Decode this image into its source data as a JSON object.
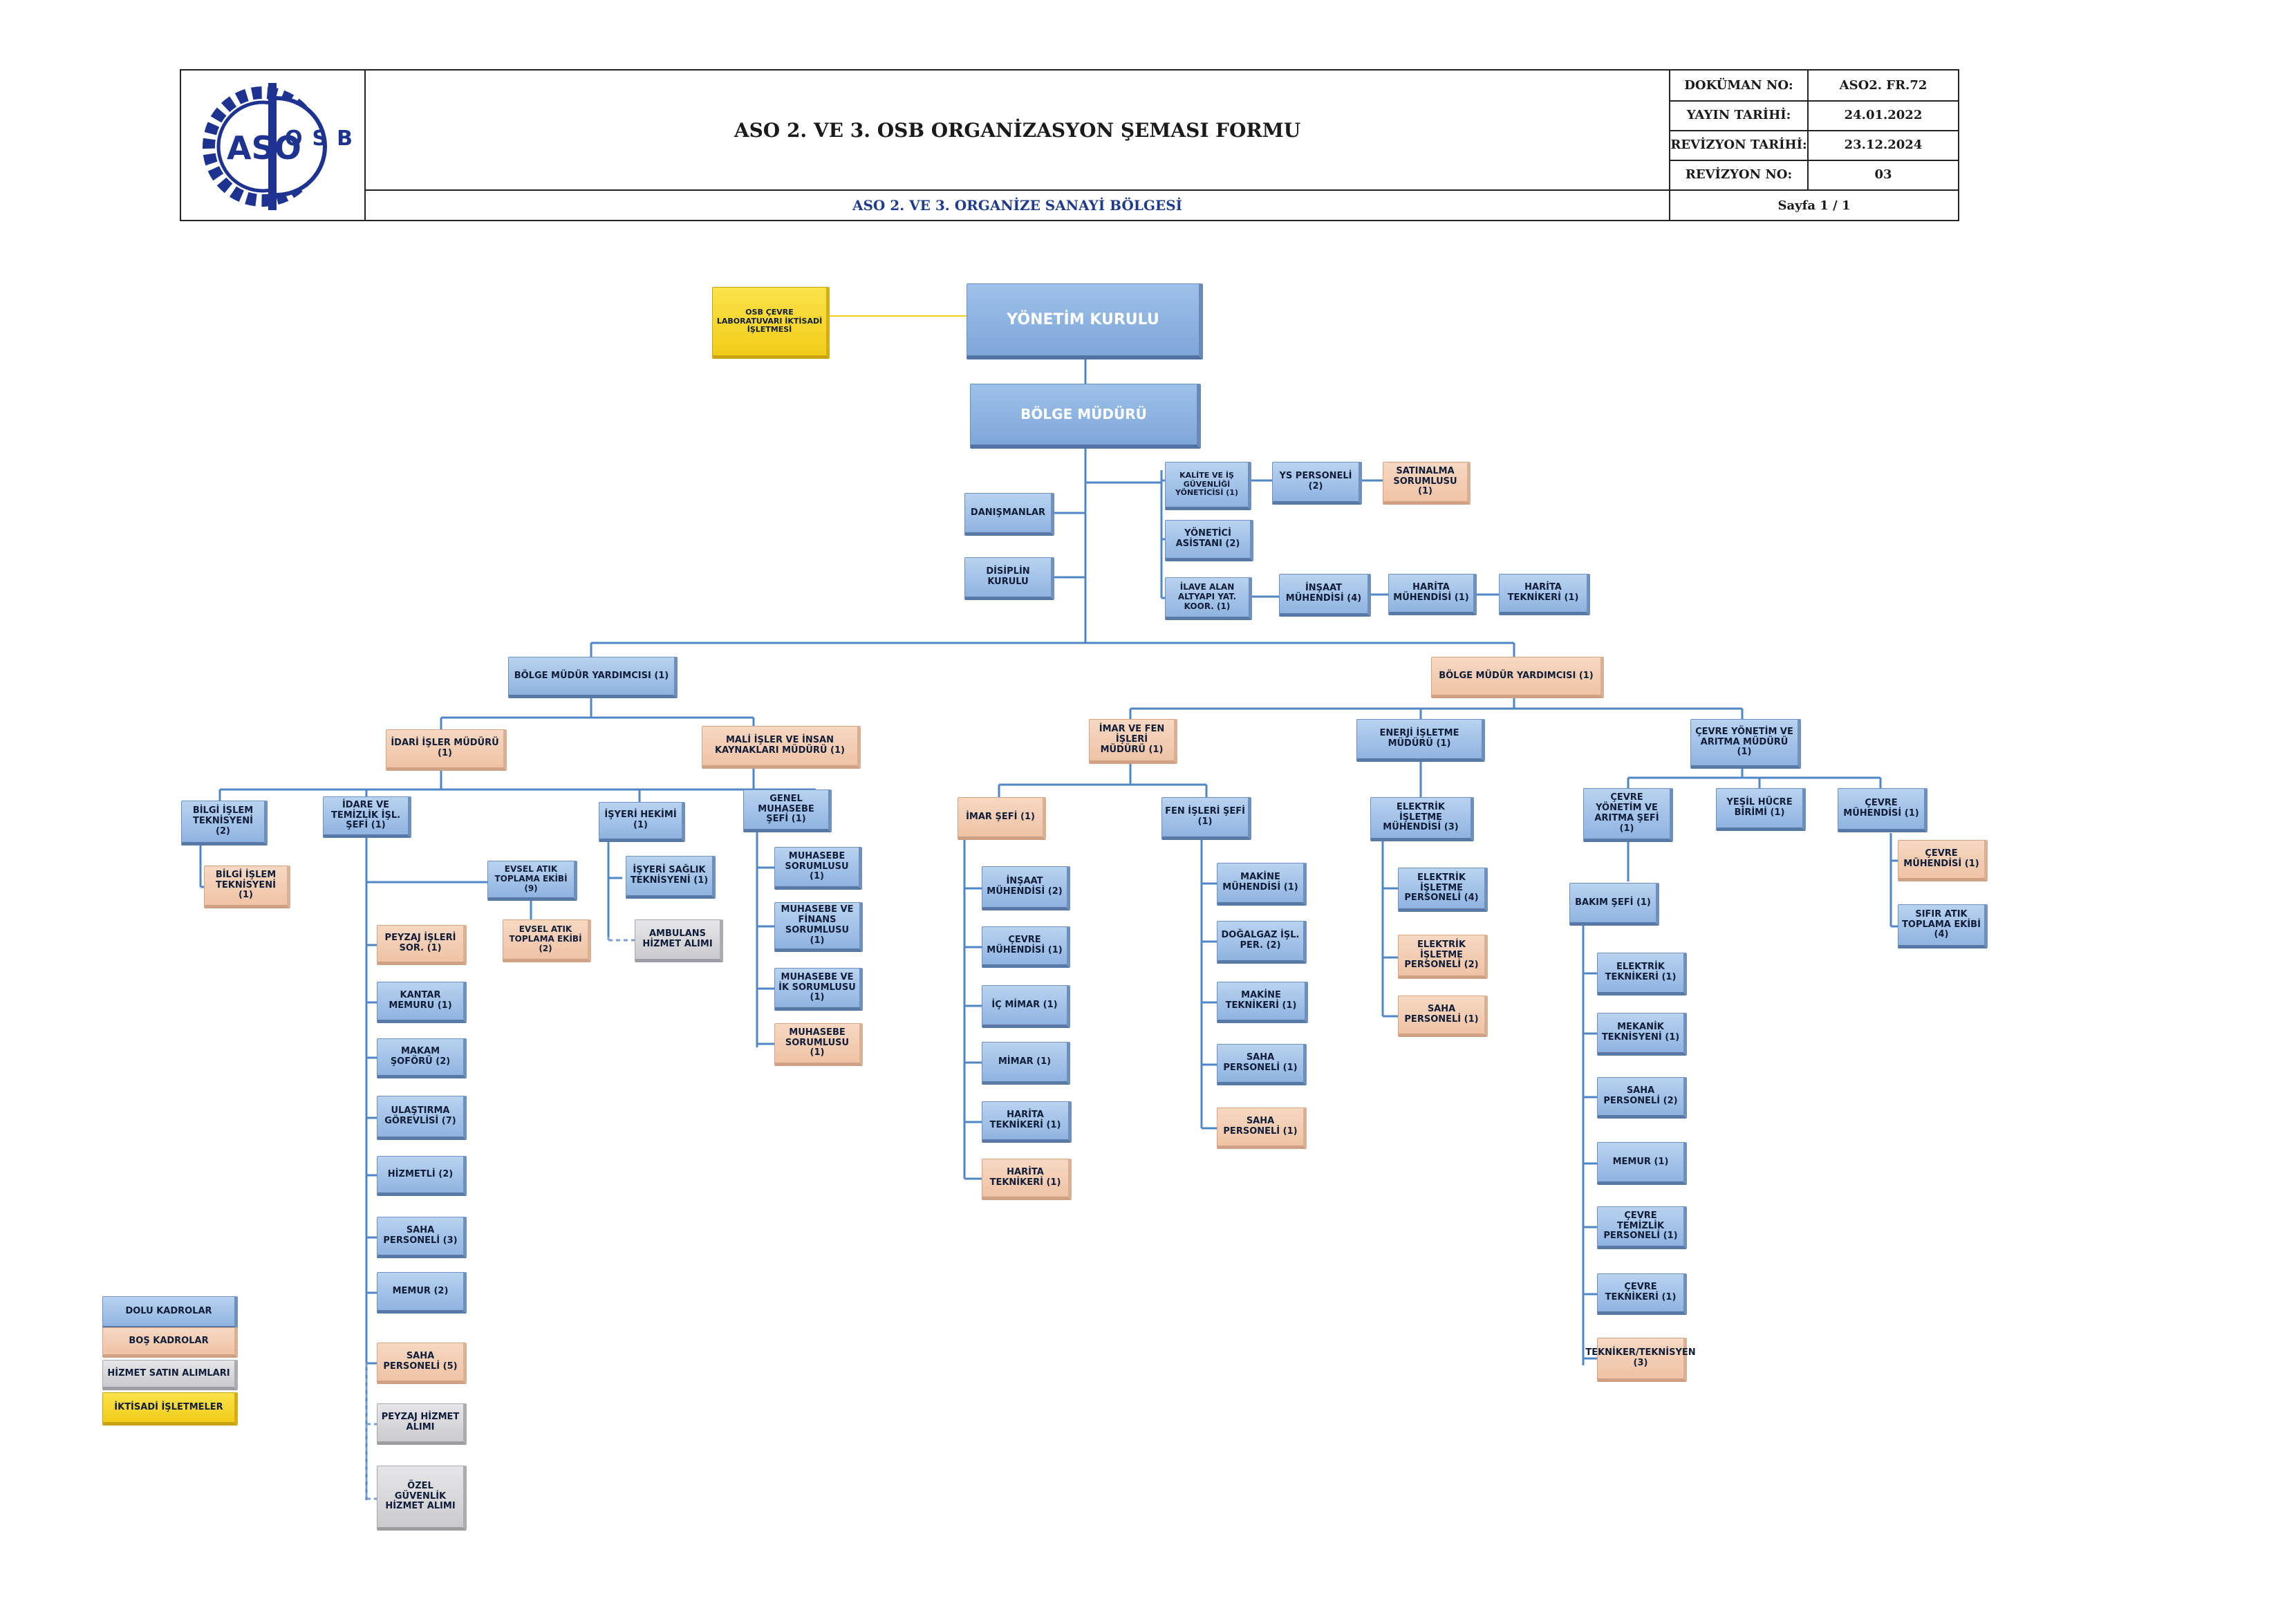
{
  "header": {
    "title": "ASO 2. VE 3. OSB ORGANİZASYON ŞEMASI FORMU",
    "subtitle": "ASO 2. VE 3. ORGANİZE SANAYİ BÖLGESİ",
    "logo_text": [
      "ASO",
      "OSB"
    ],
    "meta": [
      {
        "label": "DOKÜMAN NO:",
        "value": "ASO2. FR.72"
      },
      {
        "label": "YAYIN TARİHİ:",
        "value": "24.01.2022"
      },
      {
        "label": "REVİZYON TARİHİ:",
        "value": "23.12.2024"
      },
      {
        "label": "REVİZYON NO:",
        "value": "03"
      }
    ],
    "page": "Sayfa 1 / 1"
  },
  "colors": {
    "blue": "#9dbfe8",
    "peach": "#f4d0b6",
    "gray": "#d8d8db",
    "yellow": "#f5d42a",
    "line": "#4f86c6",
    "header_blue": "#1f3b8c"
  },
  "legend": [
    {
      "label": "DOLU KADROLAR",
      "style": "blue"
    },
    {
      "label": "BOŞ KADROLAR",
      "style": "peach"
    },
    {
      "label": "HİZMET SATIN ALIMLARI",
      "style": "gray"
    },
    {
      "label": "İKTİSADİ İŞLETMELER",
      "style": "yellow"
    }
  ],
  "nodes": {
    "cevre_lab": "OSB ÇEVRE LABORATUVARI İKTİSADİ İŞLETMESİ",
    "yonetim_kurulu": "YÖNETİM KURULU",
    "bolge_muduru": "BÖLGE MÜDÜRÜ",
    "danismanlar": "DANIŞMANLAR",
    "disiplin_kurulu": "DİSİPLİN KURULU",
    "kalite": "KALİTE VE İŞ GÜVENLİĞİ YÖNETİCİSİ (1)",
    "ys_personeli": "YS PERSONELİ (2)",
    "satinalma": "SATINALMA SORUMLUSU (1)",
    "yonetici_asistani": "YÖNETİCİ ASİSTANI (2)",
    "ilave_alan": "İLAVE ALAN ALTYAPI YAT. KOOR. (1)",
    "insaat_muh_top": "İNŞAAT MÜHENDİSİ (4)",
    "harita_muh_top": "HARİTA MÜHENDİSİ (1)",
    "harita_tek_top": "HARİTA TEKNİKERİ (1)",
    "bmy_left": "BÖLGE MÜDÜR YARDIMCISI (1)",
    "bmy_right": "BÖLGE MÜDÜR YARDIMCISI (1)",
    "idari_isler": "İDARİ İŞLER MÜDÜRÜ (1)",
    "mali_isler": "MALİ İŞLER VE İNSAN KAYNAKLARI MÜDÜRÜ (1)",
    "imar_fen": "İMAR VE FEN İŞLERİ MÜDÜRÜ (1)",
    "enerji": "ENERJİ İŞLETME MÜDÜRÜ (1)",
    "cevre_yonetim": "ÇEVRE YÖNETİM VE ARITMA MÜDÜRÜ (1)",
    "bilgi_islem_tek": "BİLGİ İŞLEM TEKNİSYENİ (2)",
    "bilgi_islem_tek_bos": "BİLGİ İŞLEM TEKNİSYENİ (1)",
    "idare_temizlik": "İDARE VE TEMİZLİK İŞL. ŞEFİ (1)",
    "evsel_atik": "EVSEL ATIK TOPLAMA EKİBİ (9)",
    "evsel_atik_bos": "EVSEL ATIK TOPLAMA EKİBİ (2)",
    "isyeri_hekimi": "İŞYERİ HEKİMİ (1)",
    "isyeri_saglik": "İŞYERİ SAĞLIK TEKNİSYENİ (1)",
    "ambulans": "AMBULANS HİZMET ALIMI",
    "peyzaj_sor": "PEYZAJ İŞLERİ SOR. (1)",
    "kantar": "KANTAR MEMURU (1)",
    "makam_sofor": "MAKAM ŞOFÖRÜ (2)",
    "ulastirma": "ULAŞTIRMA GÖREVLİSİ (7)",
    "hizmetli": "HİZMETLİ (2)",
    "saha_per_3": "SAHA PERSONELİ (3)",
    "memur_2": "MEMUR (2)",
    "saha_per_5": "SAHA PERSONELİ (5)",
    "peyzaj_hizmet": "PEYZAJ HİZMET ALIMI",
    "ozel_guvenlik": "ÖZEL GÜVENLİK HİZMET ALIMI",
    "genel_muhasebe": "GENEL MUHASEBE ŞEFİ (1)",
    "muh_sor_1": "MUHASEBE SORUMLUSU (1)",
    "muh_finans": "MUHASEBE VE FİNANS SORUMLUSU (1)",
    "muh_ik": "MUHASEBE VE İK SORUMLUSU (1)",
    "muh_sor_bos": "MUHASEBE SORUMLUSU (1)",
    "imar_sefi": "İMAR ŞEFİ (1)",
    "insaat_muh_2": "İNŞAAT MÜHENDİSİ (2)",
    "cevre_muh_imar": "ÇEVRE MÜHENDİSİ (1)",
    "ic_mimar": "İÇ MİMAR (1)",
    "mimar": "MİMAR (1)",
    "harita_tek_imar": "HARİTA TEKNİKERİ (1)",
    "harita_tek_imar_bos": "HARİTA TEKNİKERİ (1)",
    "fen_isleri": "FEN İŞLERİ ŞEFİ (1)",
    "makine_muh": "MAKİNE MÜHENDİSİ (1)",
    "dogalgaz": "DOĞALGAZ İŞL. PER. (2)",
    "makine_tek": "MAKİNE TEKNİKERİ (1)",
    "saha_per_fen": "SAHA PERSONELİ (1)",
    "saha_per_fen_bos": "SAHA PERSONELİ (1)",
    "elektrik_muh": "ELEKTRİK İŞLETME MÜHENDİSİ (3)",
    "elektrik_per_4": "ELEKTRİK İŞLETME PERSONELİ (4)",
    "elektrik_per_bos": "ELEKTRİK İŞLETME PERSONELİ (2)",
    "saha_per_enerji": "SAHA PERSONELİ (1)",
    "cevre_arıtma_sefi": "ÇEVRE YÖNETİM VE ARITMA ŞEFİ (1)",
    "yesil_hucre": "YEŞİL HÜCRE BİRİMİ (1)",
    "cevre_muh_1": "ÇEVRE MÜHENDİSİ (1)",
    "cevre_muh_bos": "ÇEVRE MÜHENDİSİ (1)",
    "sifir_atik": "SIFIR ATIK TOPLAMA EKİBİ (4)",
    "bakim_sefi": "BAKIM ŞEFİ (1)",
    "elektrik_tek": "ELEKTRİK TEKNİKERİ (1)",
    "mekanik_tek": "MEKANİK TEKNİSYENİ (1)",
    "saha_per_2": "SAHA PERSONELİ (2)",
    "memur_1": "MEMUR (1)",
    "cevre_temizlik": "ÇEVRE TEMİZLİK PERSONELİ (1)",
    "cevre_tek": "ÇEVRE TEKNİKERİ (1)",
    "tekniker_bos": "TEKNİKER/TEKNİSYEN (3)"
  }
}
